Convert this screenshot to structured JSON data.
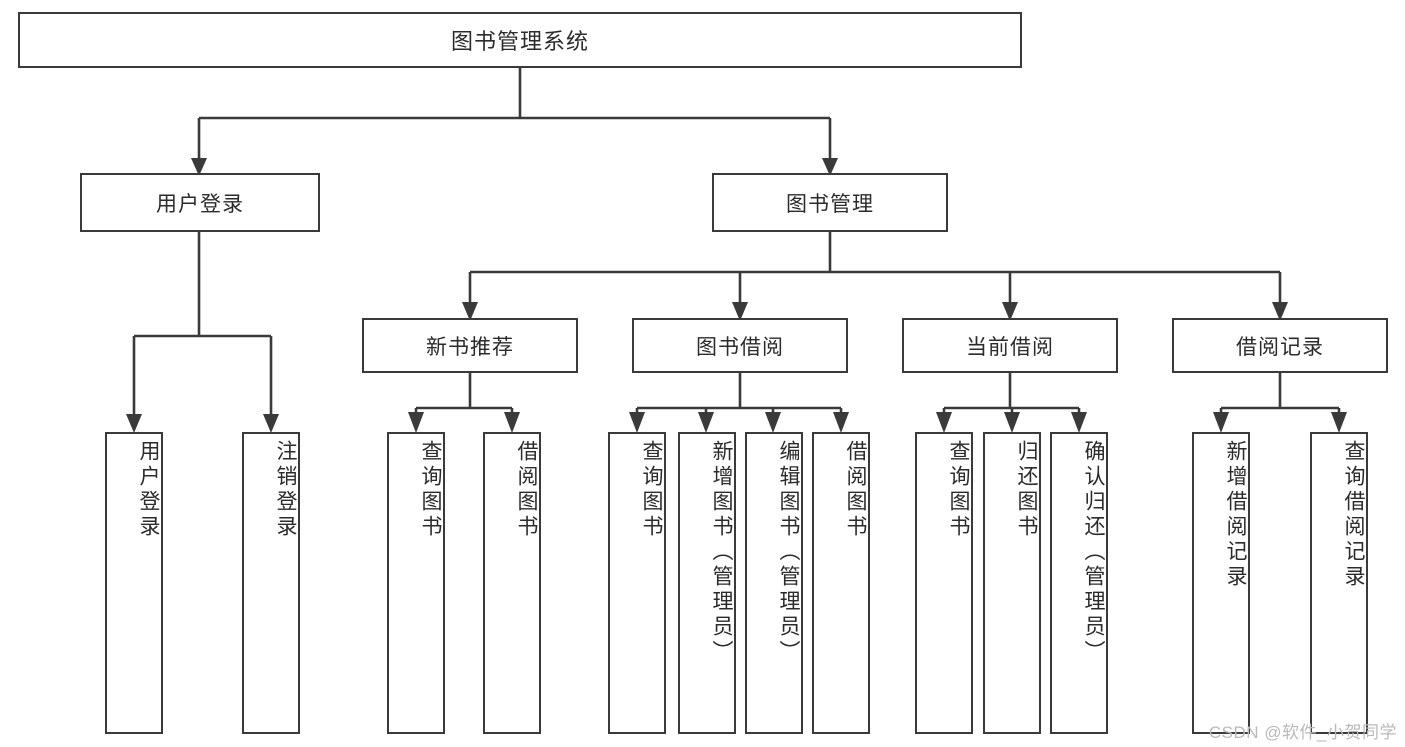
{
  "diagram": {
    "title": "图书管理系统",
    "type": "tree-hierarchy-diagram",
    "watermark": "CSDN @软件_小贺同学",
    "colors": {
      "stroke": "#3a3a3a",
      "box_fill": "#ffffff",
      "text": "#2b2b2b",
      "background": "#ffffff",
      "watermark": "#b9b9b9"
    },
    "root": {
      "label": "图书管理系统"
    },
    "level1": [
      {
        "label": "用户登录"
      },
      {
        "label": "图书管理"
      }
    ],
    "level2": [
      {
        "label": "新书推荐"
      },
      {
        "label": "图书借阅"
      },
      {
        "label": "当前借阅"
      },
      {
        "label": "借阅记录"
      }
    ],
    "leaves": {
      "user_login": [
        {
          "label": "用户登录"
        },
        {
          "label": "注销登录"
        }
      ],
      "new_book_recommend": [
        {
          "label": "查询图书"
        },
        {
          "label": "借阅图书"
        }
      ],
      "book_borrow": [
        {
          "label": "查询图书"
        },
        {
          "label": "新增图书（管理员）"
        },
        {
          "label": "编辑图书（管理员）"
        },
        {
          "label": "借阅图书"
        }
      ],
      "current_borrow": [
        {
          "label": "查询图书"
        },
        {
          "label": "归还图书"
        },
        {
          "label": "确认归还（管理员）"
        }
      ],
      "borrow_record": [
        {
          "label": "新增借阅记录"
        },
        {
          "label": "查询借阅记录"
        }
      ]
    }
  }
}
